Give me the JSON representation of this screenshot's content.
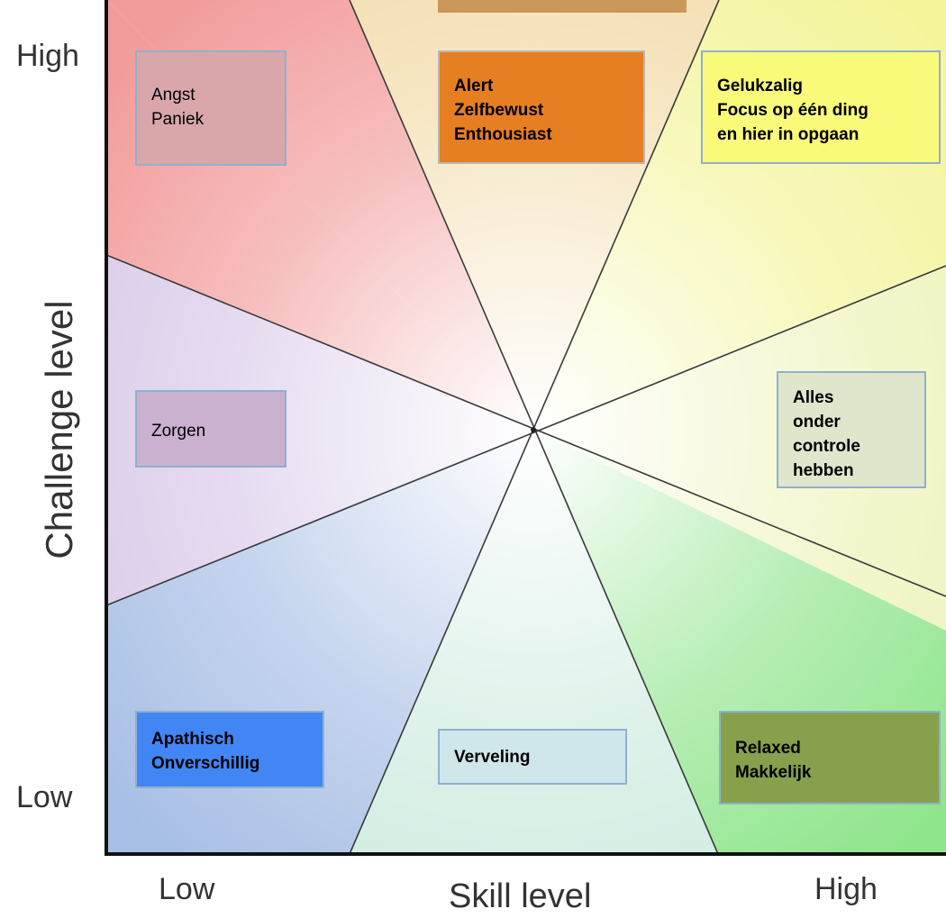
{
  "diagram": {
    "y_axis": {
      "title": "Challenge level",
      "high": "High",
      "low": "Low"
    },
    "x_axis": {
      "title": "Skill level",
      "low": "Low",
      "high": "High"
    },
    "states": [
      {
        "id": "anxiety",
        "lines": [
          "Angst",
          "Paniek"
        ],
        "fill": "#d9a7aa",
        "bold": false
      },
      {
        "id": "arousal",
        "lines": [
          "Alert",
          "Zelfbewust",
          "Enthousiast"
        ],
        "fill": "#e67e22",
        "bold": true
      },
      {
        "id": "flow",
        "lines": [
          "Gelukzalig",
          "Focus op één ding",
          "en hier in opgaan"
        ],
        "fill": "#fafa7a",
        "bold": true
      },
      {
        "id": "worry",
        "lines": [
          "Zorgen"
        ],
        "fill": "#c9b1cf",
        "bold": false
      },
      {
        "id": "control",
        "lines": [
          "Alles",
          "onder",
          "controle",
          "hebben"
        ],
        "fill": "#e0e6cb",
        "bold": true
      },
      {
        "id": "apathy",
        "lines": [
          "Apathisch",
          "Onverschillig"
        ],
        "fill": "#4286f5",
        "bold": true
      },
      {
        "id": "boredom",
        "lines": [
          "Verveling"
        ],
        "fill": "#cfe6ea",
        "bold": true
      },
      {
        "id": "relaxation",
        "lines": [
          "Relaxed",
          "Makkelijk"
        ],
        "fill": "#87a04c",
        "bold": true
      }
    ],
    "region_colors": {
      "anxiety": "#f29b9b",
      "arousal": "#f3dcab",
      "flow": "#f4f59b",
      "worry": "#d8c8e8",
      "control": "#eef3b8",
      "apathy": "#a8bfe5",
      "boredom": "#cdebdf",
      "relaxation": "#8fe58c"
    }
  }
}
